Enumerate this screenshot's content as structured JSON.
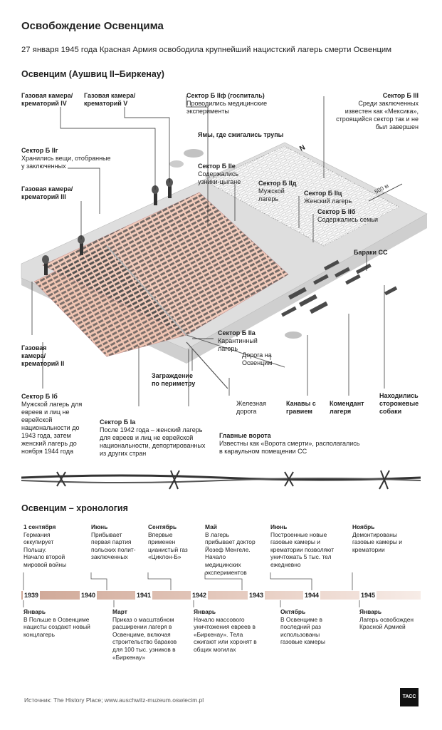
{
  "header": {
    "title": "Освобождение Освенцима",
    "subtitle": "27 января 1945 года Красная Армия освободила крупнейший нацистский лагерь смерти Освенцим",
    "map_title": "Освенцим (Аушвиц II–Биркенау)"
  },
  "map": {
    "north": "N",
    "scale": "500 м",
    "labels": {
      "crem4": {
        "title": "Газовая камера/ крематорий IV",
        "desc": ""
      },
      "crem5": {
        "title": "Газовая камера/ крематорий V",
        "desc": ""
      },
      "bIIf": {
        "title": "Сектор Б IIф (госпиталь)",
        "desc": "Проводились медицинские эксперименты"
      },
      "bIII": {
        "title": "Сектор Б III",
        "desc": "Среди заключенных известен как «Мексика», строящийся сектор так и не был завершен"
      },
      "pits": {
        "title": "Ямы, где сжигались трупы",
        "desc": ""
      },
      "bIIg": {
        "title": "Сектор Б IIг",
        "desc": "Хранились вещи, отобранные у заключенных"
      },
      "bIIe": {
        "title": "Сектор Б IIе",
        "desc": "Содержались узники-цыгане"
      },
      "bIId": {
        "title": "Сектор Б IIд",
        "desc": "Мужской лагерь"
      },
      "bIIc": {
        "title": "Сектор Б IIц",
        "desc": "Женский лагерь"
      },
      "bIIb": {
        "title": "Сектор Б IIб",
        "desc": "Содержались семьи"
      },
      "crem3": {
        "title": "Газовая камера/ крематорий III",
        "desc": ""
      },
      "ss": {
        "title": "Бараки СС",
        "desc": ""
      },
      "bIIa": {
        "title": "Сектор Б IIа",
        "desc": "Карантинный лагерь"
      },
      "road": {
        "title": "",
        "desc": "Дорога на Освенцим"
      },
      "crem2": {
        "title": "Газовая камера/ крематорий II",
        "desc": ""
      },
      "fence": {
        "title": "Заграждение по периметру",
        "desc": ""
      },
      "rail": {
        "title": "",
        "desc": "Железная дорога"
      },
      "ditches": {
        "title": "Канавы с гравием",
        "desc": ""
      },
      "commandant": {
        "title": "Комендант лагеря",
        "desc": ""
      },
      "dogs": {
        "title": "Находились сторожевые собаки",
        "desc": ""
      },
      "bIb": {
        "title": "Сектор Б Iб",
        "desc": "Мужской лагерь для евреев и лиц не еврейской национальности до 1943 года, затем женский лагерь до ноября 1944 года"
      },
      "bIa": {
        "title": "Сектор Б Iа",
        "desc": "После 1942 года – женский лагерь для евреев и лиц не еврейской национальности, депортированных из других стран"
      },
      "gate": {
        "title": "Главные ворота",
        "desc": "Известны как «Ворота смерти», располагались в караульном помещении СС"
      }
    }
  },
  "chronology": {
    "title": "Освенцим – хронология",
    "years": [
      "1939",
      "1940",
      "1941",
      "1942",
      "1943",
      "1944",
      "1945"
    ],
    "top_events": [
      {
        "date": "1 сентября",
        "text": "Германия оккупирует Польшу. Начало второй мировой войны"
      },
      {
        "date": "Июнь",
        "text": "Прибывает первая партия польских полит-заключенных"
      },
      {
        "date": "Сентябрь",
        "text": "Впервые применен цианистый газ «Циклон-Б»"
      },
      {
        "date": "Май",
        "text": "В лагерь прибывает доктор Йозеф Менгеле. Начало медицинских экспериментов"
      },
      {
        "date": "Июнь",
        "text": "Построенные новые газовые камеры и крематории позволяют уничтожать 5 тыс. тел ежедневно"
      },
      {
        "date": "Ноябрь",
        "text": "Демонтированы газовые камеры и крематории"
      }
    ],
    "bottom_events": [
      {
        "date": "Январь",
        "text": "В Польше в Освенциме нацисты создают новый концлагерь"
      },
      {
        "date": "Март",
        "text": "Приказ о масштабном расширении лагеря в Освенциме, включая строительство бараков для 100 тыс. узников в «Биркенау»"
      },
      {
        "date": "Январь",
        "text": "Начало массового уничтожения евреев в «Биркенау». Тела сжигают или хоронят в общих могилах"
      },
      {
        "date": "Октябрь",
        "text": "В Освенциме в последний раз использованы газовые камеры"
      },
      {
        "date": "Январь",
        "text": "Лагерь освобожден Красной Армией"
      }
    ]
  },
  "footer": {
    "source": "Источник: The History Place; www.auschwitz-muzeum.oswiecim.pl",
    "logo": "ТАСС"
  },
  "colors": {
    "accent": "#e8b8a4",
    "ground": "#d9d9d9",
    "dark": "#3a3a3a"
  }
}
